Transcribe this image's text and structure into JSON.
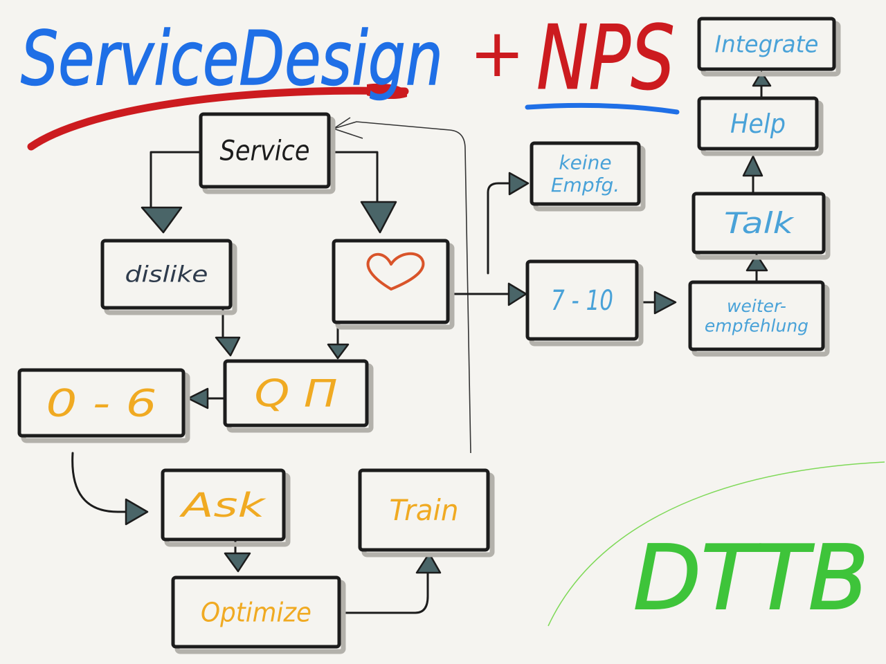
{
  "title": {
    "main": "ServiceDesign",
    "plus": "+",
    "nps": "NPS"
  },
  "nodes": {
    "service": "Service",
    "dislike": "dislike",
    "heart": "heart-icon",
    "low_score": "0 - 6",
    "qm": "Q Π",
    "ask": "Ask",
    "train": "Train",
    "optimize": "Optimize",
    "no_recommend_line1": "keine",
    "no_recommend_line2": "Empfg.",
    "high_score": "7 - 10",
    "recommend_line1": "weiter-",
    "recommend_line2": "empfehlung",
    "talk": "Talk",
    "help": "Help",
    "integrate": "Integrate"
  },
  "signature": "DTTB",
  "colors": {
    "background": "#f5f4f0",
    "title_blue": "#1f6fe6",
    "accent_red": "#cc1b1f",
    "ink": "#1c1c1c",
    "slate": "#2e3b4c",
    "orange_label": "#f0aa22",
    "heart_orange": "#d9542a",
    "light_blue_label": "#49a2d8",
    "signature_green": "#3ec43a",
    "arrowhead": "#4a6568",
    "shadow": "#b3b1ab"
  }
}
